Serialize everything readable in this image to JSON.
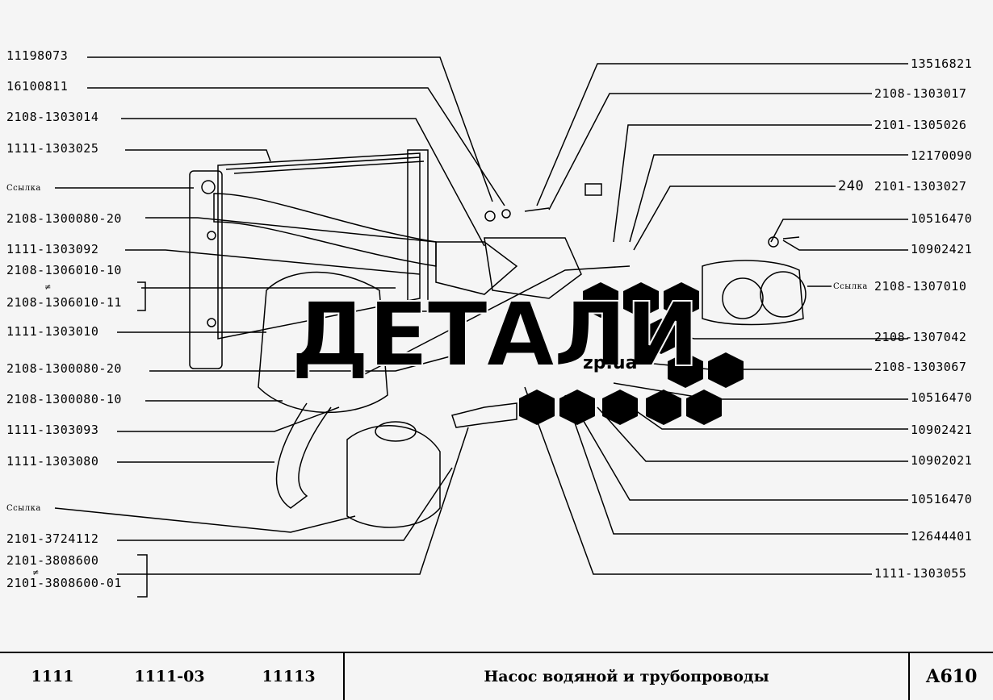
{
  "labels_left": [
    {
      "text": "11198073"
    },
    {
      "text": "16100811"
    },
    {
      "text": "2108-1303014"
    },
    {
      "text": "1111-1303025"
    },
    {
      "text": "Ссылка"
    },
    {
      "text": "2108-1300080-20"
    },
    {
      "text": "1111-1303092"
    },
    {
      "text": "2108-1306010-10"
    },
    {
      "text": "2108-1306010-11"
    },
    {
      "text": "1111-1303010"
    },
    {
      "text": "2108-1300080-20"
    },
    {
      "text": "2108-1300080-10"
    },
    {
      "text": "1111-1303093"
    },
    {
      "text": "1111-1303080"
    },
    {
      "text": "Ссылка"
    },
    {
      "text": "2101-3724112"
    },
    {
      "text": "2101-3808600"
    },
    {
      "text": "2101-3808600-01"
    }
  ],
  "labels_right": [
    {
      "text": "13516821"
    },
    {
      "text": "2108-1303017"
    },
    {
      "text": "2101-1305026"
    },
    {
      "text": "12170090"
    },
    {
      "text": "2101-1303027"
    },
    {
      "text": "10516470"
    },
    {
      "text": "10902421"
    },
    {
      "text": "2108-1307010"
    },
    {
      "text": "2108-1307042"
    },
    {
      "text": "2108-1303067"
    },
    {
      "text": "10516470"
    },
    {
      "text": "10902421"
    },
    {
      "text": "10902021"
    },
    {
      "text": "10516470"
    },
    {
      "text": "12644401"
    },
    {
      "text": "1111-1303055"
    }
  ],
  "extra_labels": {
    "qty_240": "240",
    "ref_right": "Ссылка",
    "or_mark_1": "≠",
    "or_mark_2": "≠"
  },
  "watermark": {
    "main": "ДЕТАЛИ",
    "sub": "zp.ua"
  },
  "footer": {
    "models": [
      "1111",
      "1111-03",
      "11113"
    ],
    "title": "Насос водяной и трубопроводы",
    "code": "А610"
  }
}
